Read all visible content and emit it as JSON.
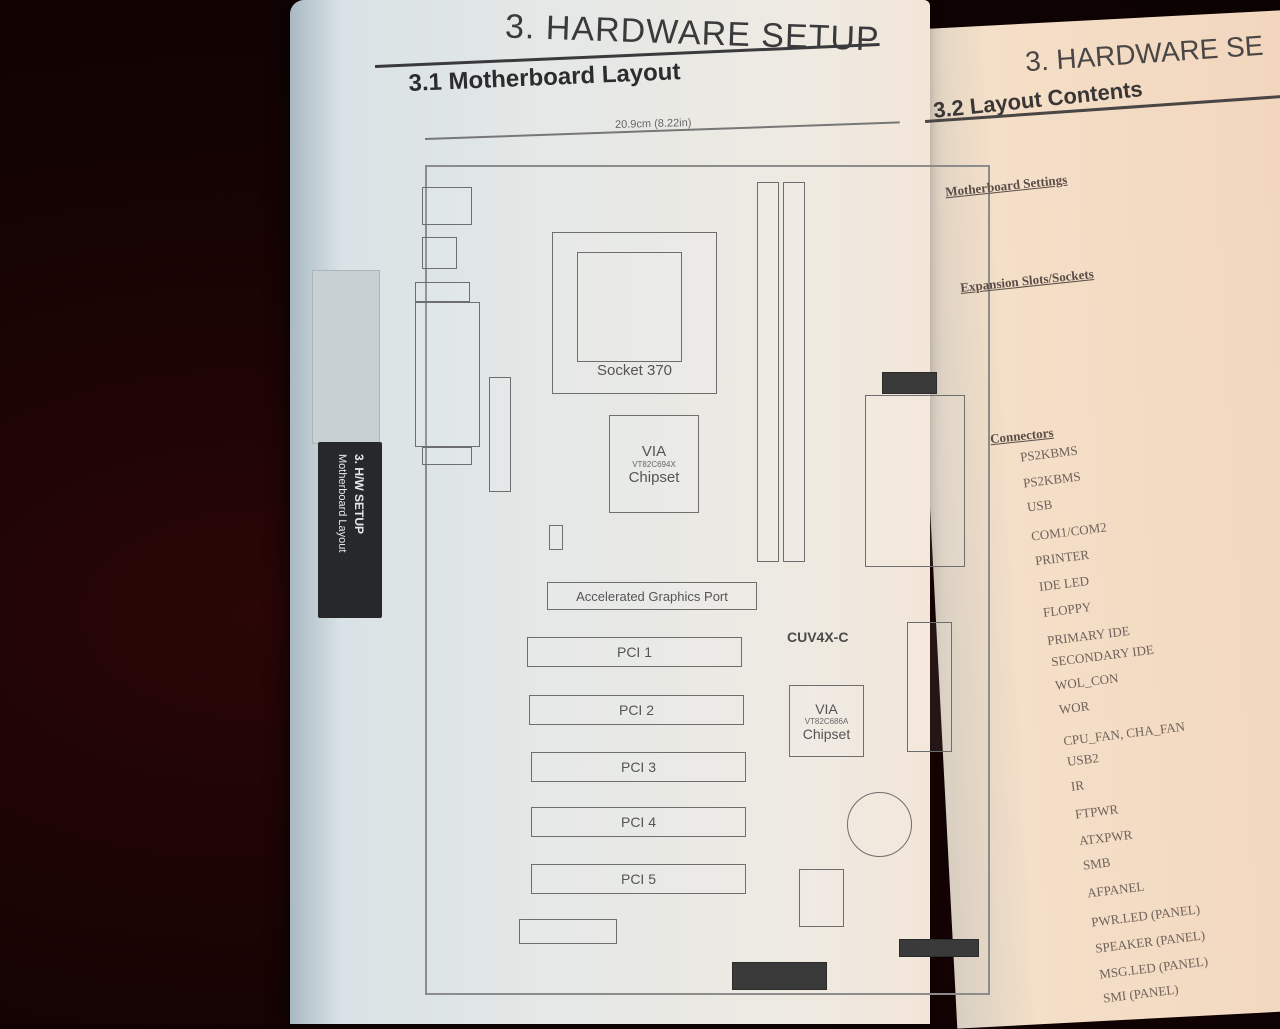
{
  "left_page": {
    "chapter_title": "3. HARDWARE SETUP",
    "section_title": "3.1  Motherboard Layout",
    "width_label": "20.9cm (8.22in)",
    "side_tab_line1": "3. H/W SETUP",
    "side_tab_line2": "Motherboard Layout",
    "board": {
      "socket": "Socket 370",
      "northbridge": [
        "VIA",
        "VT82C694X",
        "Chipset"
      ],
      "agp": "Accelerated Graphics Port",
      "model": "CUV4X-C",
      "southbridge": [
        "VIA",
        "VT82C686A",
        "Chipset"
      ],
      "pci": [
        "PCI 1",
        "PCI 2",
        "PCI 3",
        "PCI 4",
        "PCI 5"
      ]
    }
  },
  "right_page": {
    "chapter_title": "3. HARDWARE SE",
    "section_title": "3.2  Layout Contents",
    "headings": [
      "Motherboard Settings",
      "Expansion Slots/Sockets",
      "Connectors"
    ],
    "connectors": [
      "PS2KBMS",
      "PS2KBMS",
      "USB",
      "COM1/COM2",
      "PRINTER",
      "IDE LED",
      "FLOPPY",
      "PRIMARY IDE",
      "SECONDARY IDE",
      "WOL_CON",
      "WOR",
      "CPU_FAN, CHA_FAN",
      "USB2",
      "IR",
      "FTPWR",
      "ATXPWR",
      "SMB",
      "AFPANEL",
      "PWR.LED (PANEL)",
      "SPEAKER (PANEL)",
      "MSG.LED (PANEL)",
      "SMI (PANEL)"
    ]
  }
}
